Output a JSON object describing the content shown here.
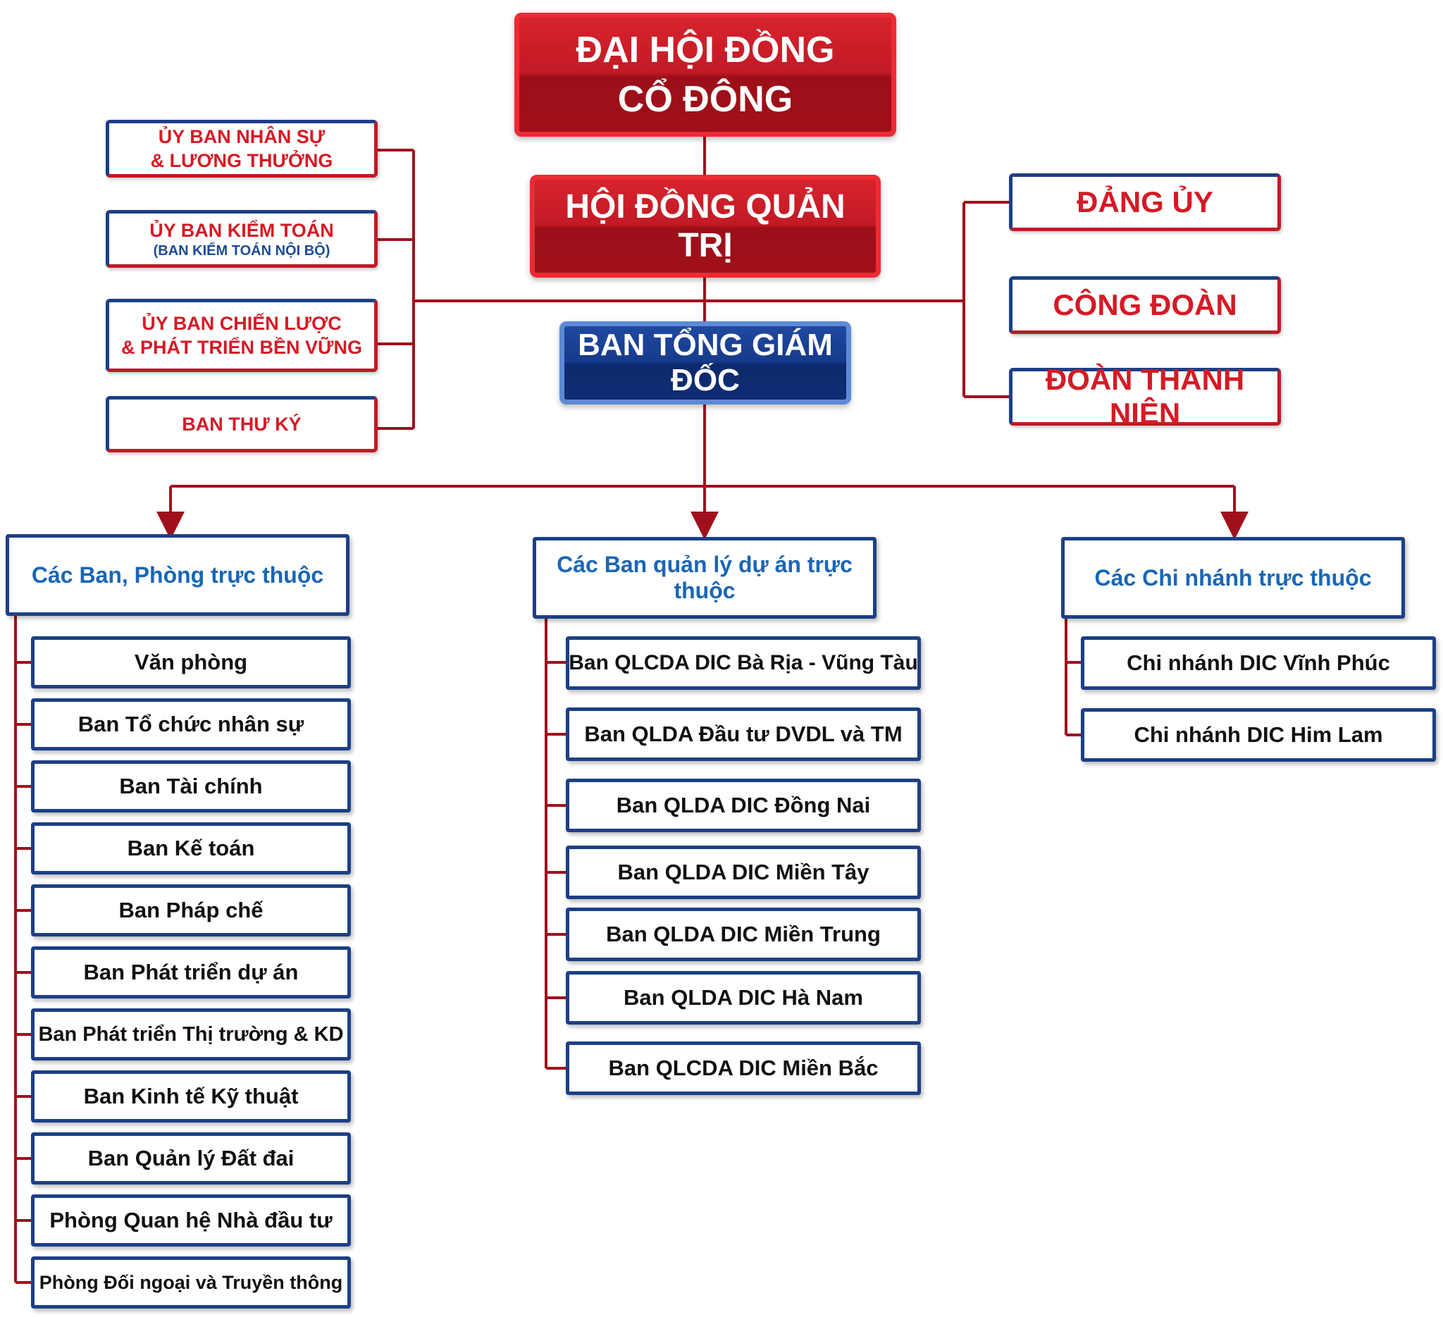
{
  "top": {
    "general_meeting_line1": "ĐẠI HỘI ĐỒNG",
    "general_meeting_line2": "CỔ ĐÔNG",
    "board": "HỘI ĐỒNG QUẢN TRỊ",
    "ceo_board": "BAN TỔNG GIÁM ĐỐC"
  },
  "committees": [
    {
      "line1": "ỦY BAN NHÂN SỰ",
      "line2": "& LƯƠNG THƯỞNG"
    },
    {
      "line1": "ỦY BAN KIỂM TOÁN",
      "sub": "(BAN KIỂM TOÁN NỘI BỘ)"
    },
    {
      "line1": "ỦY BAN CHIẾN LƯỢC",
      "line2": "& PHÁT TRIỂN BỀN VỮNG"
    },
    {
      "line1": "BAN THƯ KÝ"
    }
  ],
  "organizations": [
    "ĐẢNG ỦY",
    "CÔNG ĐOÀN",
    "ĐOÀN THANH NIÊN"
  ],
  "groups": [
    {
      "title": "Các Ban, Phòng trực thuộc",
      "items": [
        "Văn phòng",
        "Ban Tổ chức nhân sự",
        "Ban Tài chính",
        "Ban Kế toán",
        "Ban Pháp chế",
        "Ban Phát triển dự án",
        "Ban Phát triển Thị trường & KD",
        "Ban Kinh tế Kỹ thuật",
        "Ban Quản lý Đất đai",
        "Phòng Quan hệ Nhà đầu tư",
        "Phòng Đối ngoại và Truyền thông"
      ]
    },
    {
      "title": "Các Ban quản lý dự án trực thuộc",
      "items": [
        "Ban QLCDA DIC Bà Rịa - Vũng Tàu",
        "Ban QLDA Đầu tư DVDL và TM",
        "Ban QLDA DIC Đồng Nai",
        "Ban QLDA DIC Miền Tây",
        "Ban QLDA DIC Miền Trung",
        "Ban QLDA DIC Hà Nam",
        "Ban QLCDA DIC Miền Bắc"
      ]
    },
    {
      "title": "Các Chi nhánh trực thuộc",
      "items": [
        "Chi nhánh DIC Vĩnh Phúc",
        "Chi nhánh DIC Him Lam"
      ]
    }
  ],
  "colors": {
    "line": "#a0101c",
    "red": "#c21a25",
    "navy": "#1d3f86",
    "heading_blue": "#1a66b5"
  }
}
